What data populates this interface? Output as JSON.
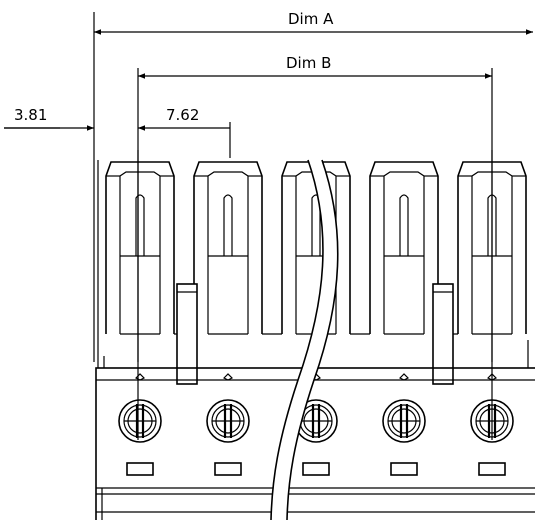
{
  "dimensions": {
    "dim_a": "Dim A",
    "dim_b": "Dim B",
    "offset": "3.81",
    "pitch": "7.62"
  },
  "terminal_count": 5
}
